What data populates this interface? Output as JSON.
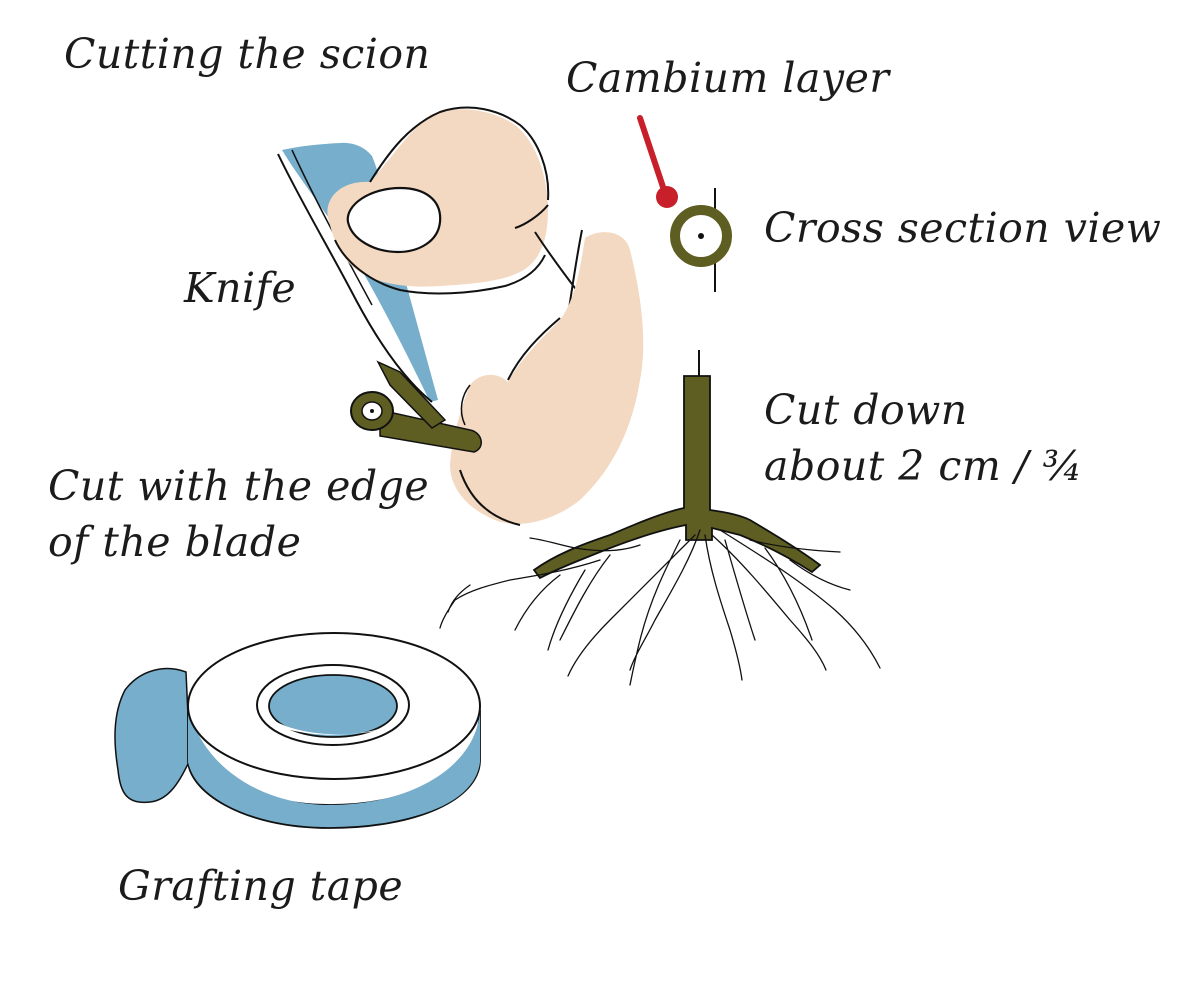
{
  "labels": {
    "cutting_scion": "Cutting the scion",
    "cambium_layer": "Cambium layer",
    "cross_section": "Cross section view",
    "knife": "Knife",
    "cut_down_line1": "Cut down",
    "cut_down_line2": "about 2 cm / ¾",
    "cut_edge_line1": "Cut with the edge",
    "cut_edge_line2": "of the blade",
    "grafting_tape": "Grafting tape"
  },
  "colors": {
    "skin": "#f3d9c2",
    "knife_blue": "#76aecb",
    "tape_blue": "#76aecb",
    "wood_olive": "#5e5e22",
    "pointer_red": "#c8202a",
    "ink": "#111111"
  }
}
